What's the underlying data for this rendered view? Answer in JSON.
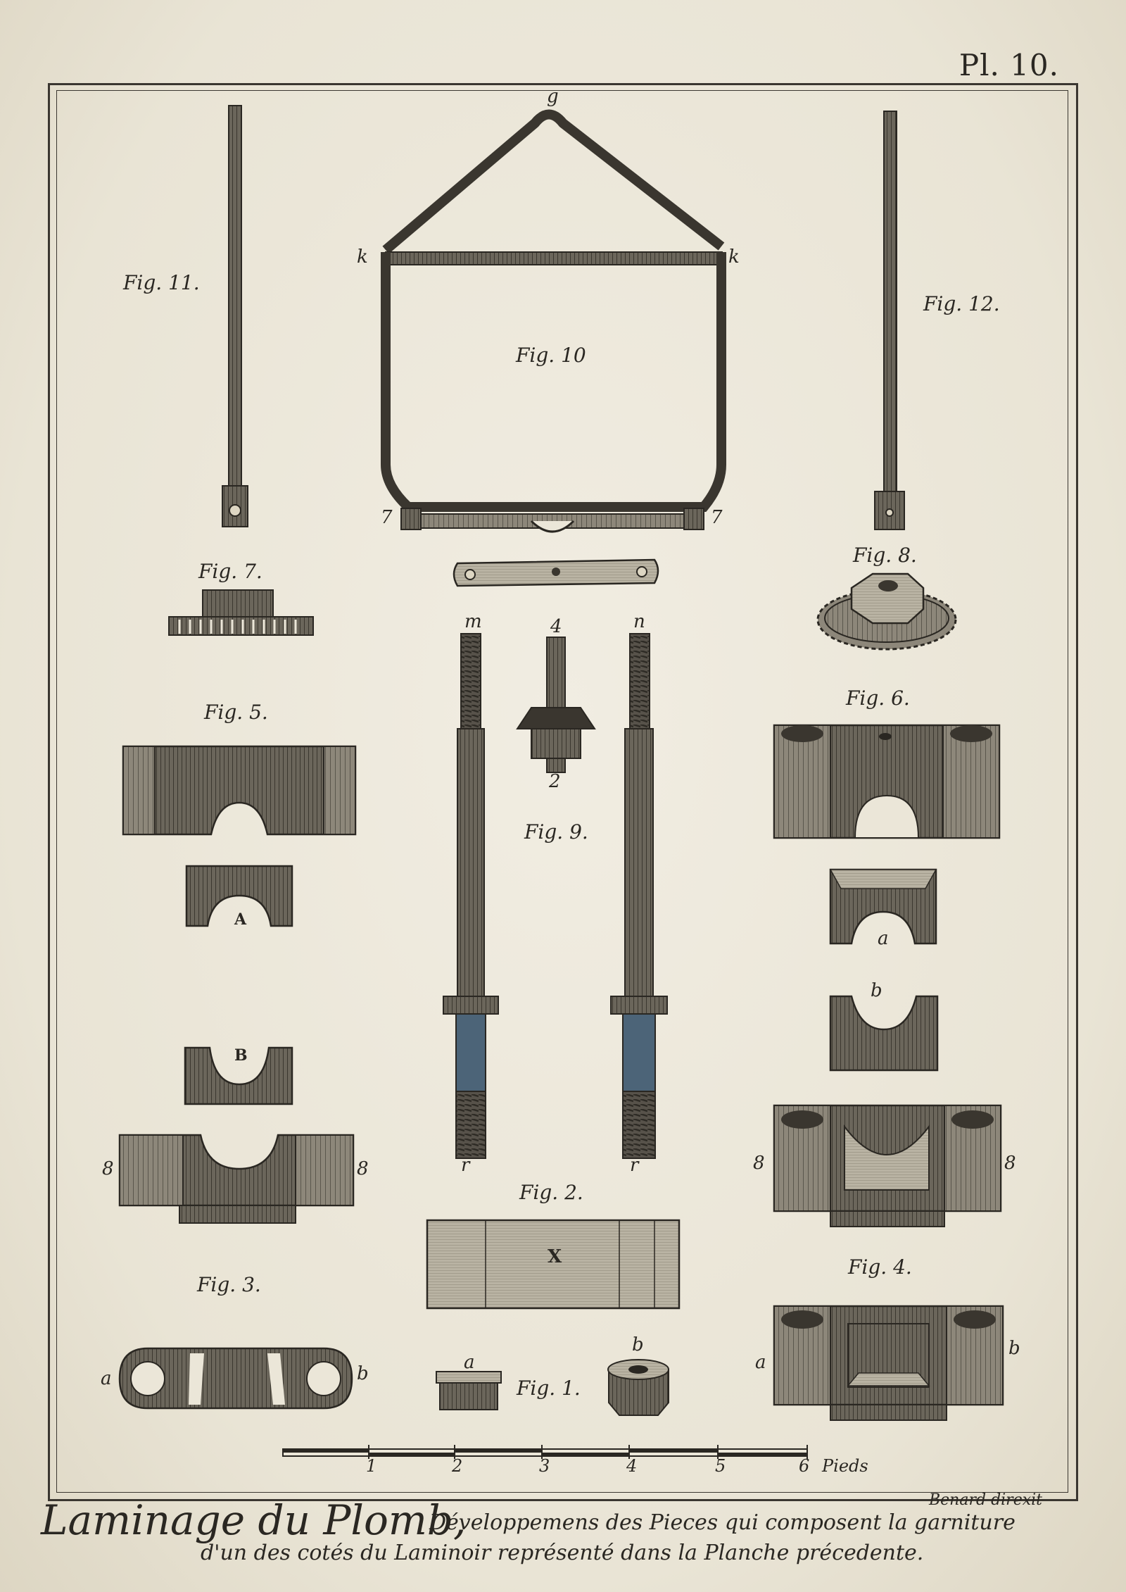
{
  "plate": {
    "number": "Pl. 10."
  },
  "figures": {
    "fig1": "Fig. 1.",
    "fig2": "Fig. 2.",
    "fig3": "Fig. 3.",
    "fig4": "Fig. 4.",
    "fig5": "Fig. 5.",
    "fig6": "Fig. 6.",
    "fig7": "Fig. 7.",
    "fig8": "Fig. 8.",
    "fig9": "Fig. 9.",
    "fig10": "Fig. 10",
    "fig11": "Fig. 11.",
    "fig12": "Fig. 12."
  },
  "letters": {
    "g": "g",
    "k": "k",
    "seven": "7",
    "m": "m",
    "n": "n",
    "four": "4",
    "two": "2",
    "r": "r",
    "x": "X",
    "A": "A",
    "B": "B",
    "a": "a",
    "b": "b",
    "eight": "8"
  },
  "scale": {
    "ticks": [
      "1",
      "2",
      "3",
      "4",
      "5",
      "6"
    ],
    "unit": "Pieds"
  },
  "caption": {
    "title": "Laminage du Plomb,",
    "line1": "Développemens des Pieces qui composent la garniture",
    "line2": "d'un des cotés du Laminoir représenté dans la Planche précedente.",
    "engraver": "Benard direxit"
  },
  "colors": {
    "paper": "#ebe6d8",
    "ink": "#2a2722",
    "metal": "#5a554b",
    "metal_blue": "#4c6478"
  }
}
